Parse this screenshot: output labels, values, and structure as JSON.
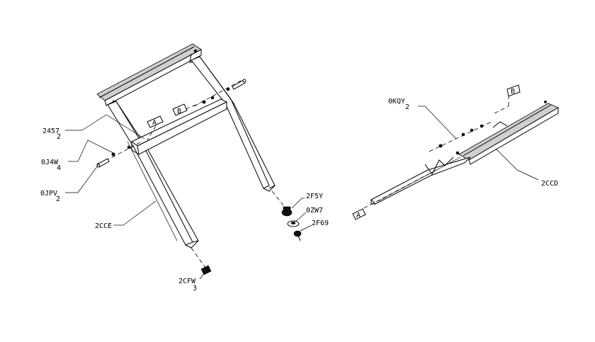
{
  "callouts": {
    "p2457": {
      "code": "2457",
      "qty": "2"
    },
    "p0J4W": {
      "code": "0J4W",
      "qty": "4"
    },
    "p0JPV": {
      "code": "0JPV",
      "qty": "2"
    },
    "p2CCE": {
      "code": "2CCE"
    },
    "p2CFW": {
      "code": "2CFW",
      "qty": "3"
    },
    "p2F5Y": {
      "code": "2F5Y"
    },
    "p0ZW7": {
      "code": "0ZW7"
    },
    "p2F69": {
      "code": "2F69"
    },
    "p0KQY": {
      "code": "0KQY",
      "qty": "2"
    },
    "p2CCD": {
      "code": "2CCD"
    }
  },
  "refs": {
    "a1": "A",
    "b1": "B",
    "a2": "A",
    "b2": "B"
  }
}
